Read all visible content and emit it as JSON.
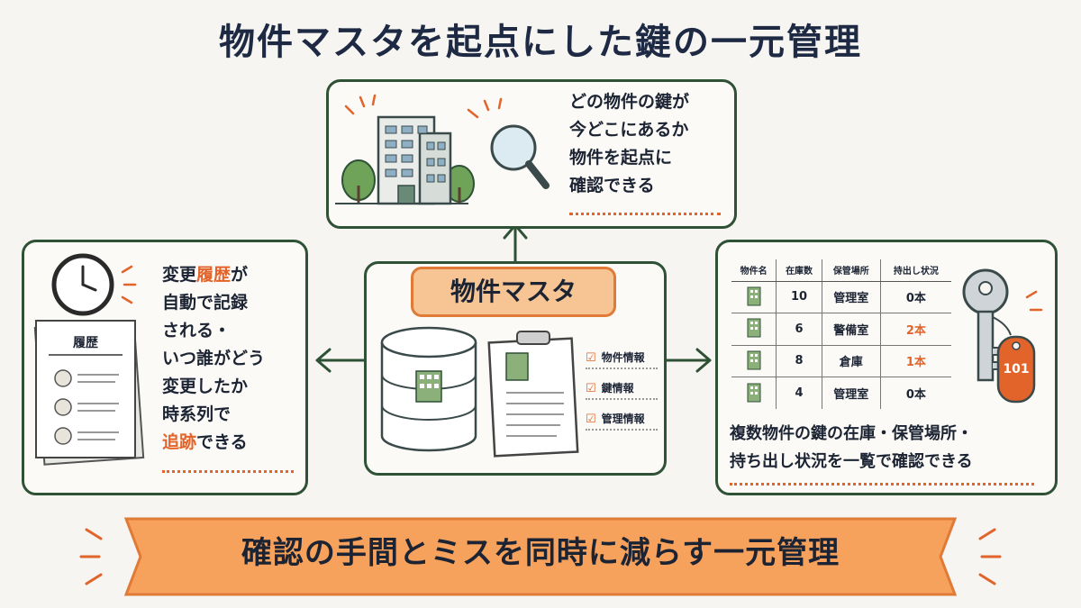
{
  "title": "物件マスタを起点にした鍵の一元管理",
  "top_card": {
    "lines": [
      "どの物件の鍵が",
      "今どこにあるか",
      "物件を起点に",
      "確認できる"
    ]
  },
  "center": {
    "title": "物件マスタ",
    "checklist": [
      "物件情報",
      "鍵情報",
      "管理情報"
    ]
  },
  "left_card": {
    "document_title": "履歴",
    "line1_a": "変更",
    "line1_hl": "履歴",
    "line1_b": "が",
    "line2": "自動で記録",
    "line3": "される・",
    "line4": "いつ誰がどう",
    "line5": "変更したか",
    "line6": "時系列で",
    "line7_hl": "追跡",
    "line7_b": "できる"
  },
  "right_card": {
    "table": {
      "headers": [
        "物件名",
        "在庫数",
        "保管場所",
        "持出し状況"
      ],
      "rows": [
        {
          "stock": "10",
          "location": "管理室",
          "checkout": "0本",
          "highlight": false
        },
        {
          "stock": "6",
          "location": "警備室",
          "checkout": "2本",
          "highlight": true
        },
        {
          "stock": "8",
          "location": "倉庫",
          "checkout": "1本",
          "highlight": true
        },
        {
          "stock": "4",
          "location": "管理室",
          "checkout": "0本",
          "highlight": false
        }
      ]
    },
    "key_tag": "101",
    "caption_lines": [
      "複数物件の鍵の在庫・保管場所・",
      "持ち出し状況を一覧で確認できる"
    ]
  },
  "banner": "確認の手間とミスを同時に減らす一元管理",
  "colors": {
    "accent": "#e3642a",
    "frame_green": "#2f5136",
    "banner_fill": "#f6a15c",
    "center_fill": "#f7c493",
    "navy": "#1e2a44"
  }
}
